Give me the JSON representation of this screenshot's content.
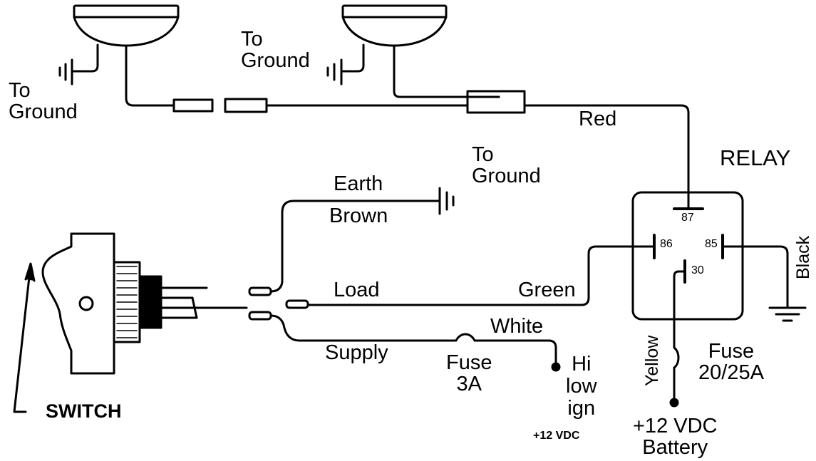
{
  "labels": {
    "to_ground_left": [
      "To",
      "Ground"
    ],
    "to_ground_mid": [
      "To",
      "Ground"
    ],
    "to_ground_earth": [
      "To",
      "Ground"
    ],
    "red": "Red",
    "relay": "RELAY",
    "earth": "Earth",
    "brown": "Brown",
    "load": "Load",
    "green": "Green",
    "white": "White",
    "supply": "Supply",
    "fuse_3a": [
      "Fuse",
      "3A"
    ],
    "hi_low_ign": [
      "Hi",
      "low",
      "ign"
    ],
    "ign_voltage": "+12 VDC",
    "black": "Black",
    "yellow": "Yellow",
    "fuse_relay": [
      "Fuse",
      "20/25A"
    ],
    "battery": [
      "+12 VDC",
      "Battery"
    ],
    "switch": "SWITCH"
  },
  "relay_pins": {
    "p87": "87",
    "p86": "86",
    "p85": "85",
    "p30": "30"
  },
  "colors": {
    "line": "#000000",
    "background": "#ffffff"
  }
}
